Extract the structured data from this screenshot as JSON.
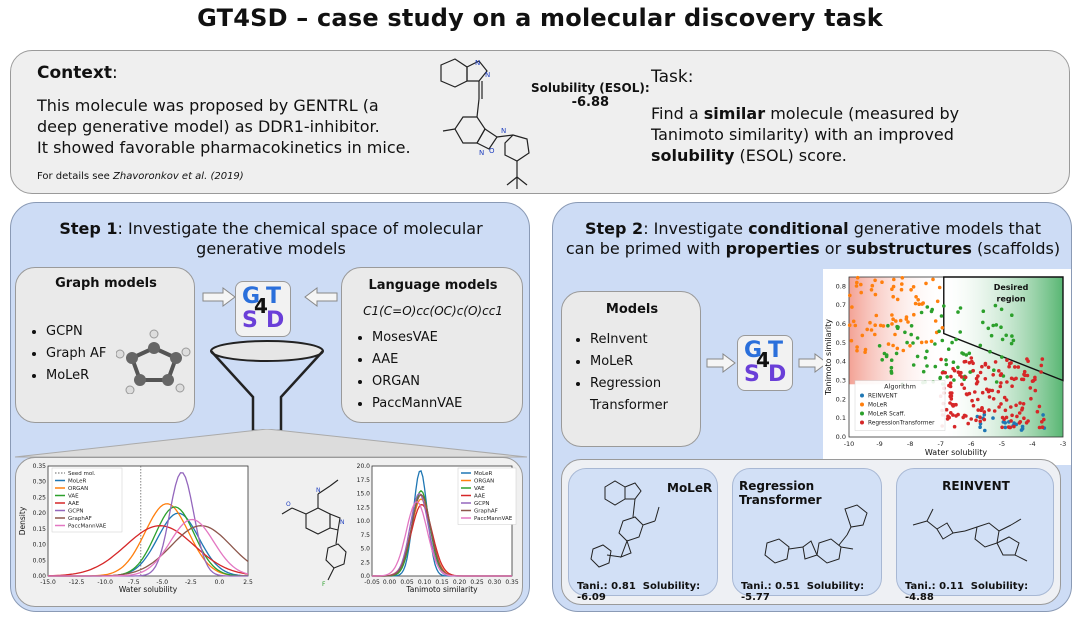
{
  "title": "GT4SD – case study on a molecular discovery task",
  "context": {
    "heading": "Context",
    "body": [
      "This molecule was proposed by GENTRL (a",
      "deep generative model) as DDR1-inhibitor.",
      "It showed favorable pharmacokinetics in mice."
    ],
    "details_prefix": "For details see ",
    "details_ref": "Zhavoronkov et al. (2019)",
    "solubility_label": "Solubility (ESOL):",
    "solubility_value": "-6.88"
  },
  "task": {
    "heading": "Task",
    "line1": "Find a ",
    "bold1": "similar",
    "line1b": " molecule (measured by",
    "line2": "Tanimoto similarity) with an improved",
    "bold2": "solubility",
    "line3b": " (ESOL) score."
  },
  "step1": {
    "bold": "Step 1",
    "rest": ": Investigate the chemical space of molecular",
    "line2": "generative models",
    "graph_title": "Graph models",
    "graph_items": [
      "GCPN",
      "Graph AF",
      "MoLeR"
    ],
    "lang_title": "Language models",
    "smiles": "C1(C=O)cc(OC)c(O)cc1",
    "lang_items": [
      "MosesVAE",
      "AAE",
      "ORGAN",
      "PaccMannVAE"
    ]
  },
  "step2": {
    "bold": "Step 2",
    "l1a": ": Investigate ",
    "l1b": "conditional",
    "l1c": " generative models that",
    "l2a": "can be primed with ",
    "l2b": "properties",
    "l2c": " or ",
    "l2d": "substructures",
    "l2e": " (scaffolds)",
    "models_title": "Models",
    "models_items": [
      "ReInvent",
      "MoLeR",
      "Regression",
      "Transformer"
    ]
  },
  "logo": {
    "g": "G",
    "four": "4",
    "t": "T",
    "s": "S",
    "d": "D"
  },
  "results": [
    {
      "title": "MoLeR",
      "tani": "Tani.: 0.81",
      "sol": "Solubility: -6.09"
    },
    {
      "title1": "Regression",
      "title2": "Transformer",
      "tani": "Tani.: 0.51",
      "sol": "Solubility: -5.77"
    },
    {
      "title": "REINVENT",
      "tani": "Tani.: 0.11",
      "sol": "Solubility: -4.88"
    }
  ],
  "scatter_text": {
    "desired1": "Desired",
    "desired2": "region"
  },
  "colors": {
    "panel": "#cddcf5",
    "context": "#efefef",
    "moler": "#1f77b4",
    "organ": "#ff7f0e",
    "vae": "#2ca02c",
    "aae": "#d62728",
    "gcpn": "#9467bd",
    "graphaf": "#8c564b",
    "paccmann": "#e377c2",
    "logo_blue": "#2a6fdb",
    "logo_purple": "#6a3fd8"
  },
  "chart_data": [
    {
      "type": "line",
      "xlabel": "Water solubility",
      "ylabel": "Density",
      "xlim": [
        -15,
        2.5
      ],
      "ylim": [
        0,
        0.35
      ],
      "xticks": [
        "-15.0",
        "-12.5",
        "-10.0",
        "-7.5",
        "-5.0",
        "-2.5",
        "0.0",
        "2.5"
      ],
      "yticks": [
        "0.00",
        "0.05",
        "0.10",
        "0.15",
        "0.20",
        "0.25",
        "0.30",
        "0.35"
      ],
      "seed_label": "Seed mol.",
      "seed_x": -6.88,
      "legend": "top-left",
      "series": [
        {
          "name": "MoLeR",
          "mean": -3.6,
          "sd": 1.8,
          "peak": 0.2,
          "color": "#1f77b4"
        },
        {
          "name": "ORGAN",
          "mean": -4.6,
          "sd": 1.9,
          "peak": 0.23,
          "color": "#ff7f0e"
        },
        {
          "name": "VAE",
          "mean": -3.9,
          "sd": 1.7,
          "peak": 0.22,
          "color": "#2ca02c"
        },
        {
          "name": "AAE",
          "mean": -5.2,
          "sd": 3.0,
          "peak": 0.16,
          "color": "#d62728"
        },
        {
          "name": "GCPN",
          "mean": -3.3,
          "sd": 1.05,
          "peak": 0.33,
          "color": "#9467bd"
        },
        {
          "name": "GraphAF",
          "mean": -1.6,
          "sd": 2.6,
          "peak": 0.16,
          "color": "#8c564b"
        },
        {
          "name": "PaccMannVAE",
          "mean": -2.4,
          "sd": 1.9,
          "peak": 0.18,
          "color": "#e377c2"
        }
      ]
    },
    {
      "type": "line",
      "xlabel": "Tanimoto similarity",
      "xlim": [
        -0.05,
        0.35
      ],
      "ylim": [
        0,
        20
      ],
      "xticks": [
        "-0.05",
        "0.00",
        "0.05",
        "0.10",
        "0.15",
        "0.20",
        "0.25",
        "0.30",
        "0.35"
      ],
      "yticks": [
        "0.0",
        "2.5",
        "5.0",
        "7.5",
        "10.0",
        "12.5",
        "15.0",
        "17.5",
        "20.0"
      ],
      "legend": "top-right",
      "series": [
        {
          "name": "MoLeR",
          "mean": 0.088,
          "sd": 0.02,
          "peak": 19.2,
          "color": "#1f77b4"
        },
        {
          "name": "ORGAN",
          "mean": 0.09,
          "sd": 0.028,
          "peak": 14.0,
          "color": "#ff7f0e"
        },
        {
          "name": "VAE",
          "mean": 0.09,
          "sd": 0.025,
          "peak": 15.5,
          "color": "#2ca02c"
        },
        {
          "name": "AAE",
          "mean": 0.092,
          "sd": 0.03,
          "peak": 13.0,
          "color": "#d62728"
        },
        {
          "name": "GCPN",
          "mean": 0.085,
          "sd": 0.026,
          "peak": 15.0,
          "color": "#9467bd"
        },
        {
          "name": "GraphAF",
          "mean": 0.09,
          "sd": 0.027,
          "peak": 14.8,
          "color": "#8c564b"
        },
        {
          "name": "PaccMannVAE",
          "mean": 0.078,
          "sd": 0.03,
          "peak": 13.5,
          "color": "#e377c2"
        }
      ]
    },
    {
      "type": "scatter",
      "xlabel": "Water solubility",
      "ylabel": "Tanimoto similarity",
      "xlim": [
        -10,
        -3
      ],
      "ylim": [
        0,
        0.85
      ],
      "xticks": [
        "-10",
        "-9",
        "-8",
        "-7",
        "-6",
        "-5",
        "-4",
        "-3"
      ],
      "yticks": [
        "0.0",
        "0.1",
        "0.2",
        "0.3",
        "0.4",
        "0.5",
        "0.6",
        "0.7",
        "0.8"
      ],
      "legend_title": "Algorithm",
      "legend": "bottom-left",
      "series": [
        {
          "name": "REINVENT",
          "color": "#1f77b4",
          "x_range": [
            -6,
            -3.5
          ],
          "y_range": [
            0.03,
            0.12
          ],
          "n": 20
        },
        {
          "name": "MoLeR",
          "color": "#ff7f0e",
          "x_range": [
            -10,
            -6.8
          ],
          "y_range": [
            0.45,
            0.85
          ],
          "n": 70
        },
        {
          "name": "MoLeR Scaff.",
          "color": "#2ca02c",
          "x_range": [
            -9,
            -4.5
          ],
          "y_range": [
            0.28,
            0.7
          ],
          "n": 85
        },
        {
          "name": "RegressionTransformer",
          "color": "#d62728",
          "x_range": [
            -7,
            -3.6
          ],
          "y_range": [
            0.05,
            0.42
          ],
          "n": 160
        }
      ]
    }
  ]
}
